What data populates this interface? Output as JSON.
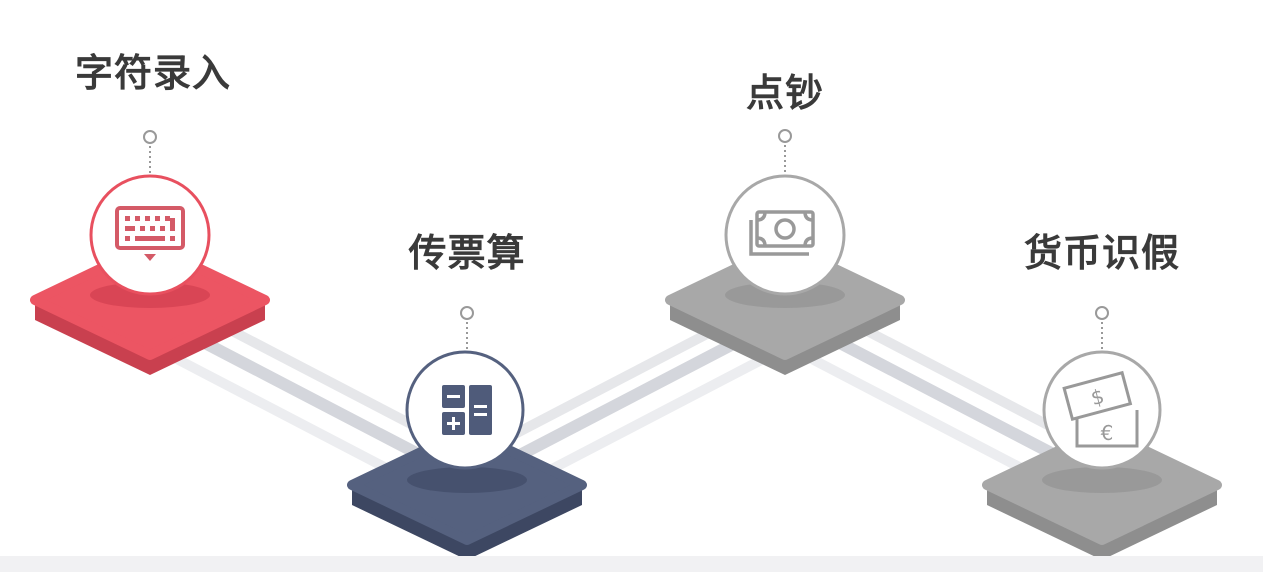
{
  "steps": [
    {
      "title": "字符录入",
      "icon": "keyboard-icon",
      "color": "#e8505f"
    },
    {
      "title": "传票算",
      "icon": "calculator-icon",
      "color": "#4f5b7a"
    },
    {
      "title": "点钞",
      "icon": "banknote-icon",
      "color": "#a3a3a3"
    },
    {
      "title": "货币识假",
      "icon": "currency-icon",
      "color": "#a3a3a3"
    }
  ]
}
